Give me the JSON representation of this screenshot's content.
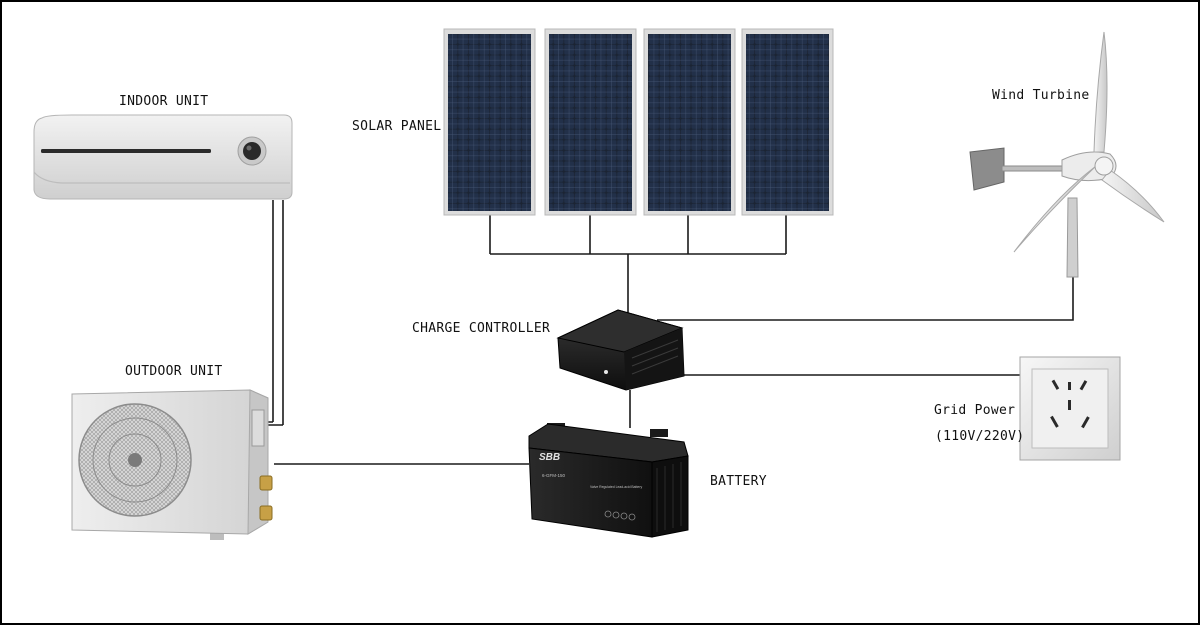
{
  "labels": {
    "indoor_unit": "INDOOR UNIT",
    "outdoor_unit": "OUTDOOR UNIT",
    "solar_panel": "SOLAR PANEL",
    "charge_controller": "CHARGE CONTROLLER",
    "battery": "BATTERY",
    "wind_turbine": "Wind Turbine",
    "grid_power": "Grid Power",
    "grid_voltage": "(110V/220V)"
  },
  "battery_branding": {
    "logo": "SBB",
    "model": "6-GFM-150",
    "note": "Valve Regulated Lead-acid Battery"
  },
  "colors": {
    "wire": "#1a1a1a",
    "panel_cell": "#1b2433",
    "panel_frame": "#dcdcdc",
    "appliance_body": "#e6e6e6",
    "device_black": "#1e1e1e"
  }
}
